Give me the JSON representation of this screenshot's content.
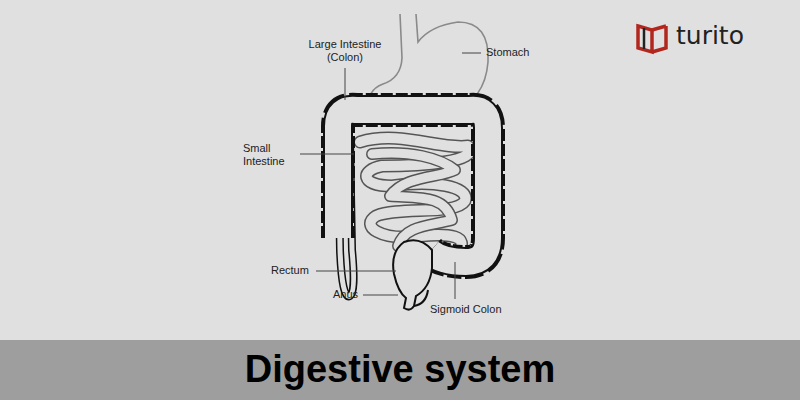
{
  "diagram": {
    "title": "Digestive system",
    "labels": [
      "turito",
      "Large Intestine (Colon)",
      "Stomach",
      "Small Intestine",
      "Rectum",
      "Anus",
      "Sigmoid Colon"
    ]
  }
}
